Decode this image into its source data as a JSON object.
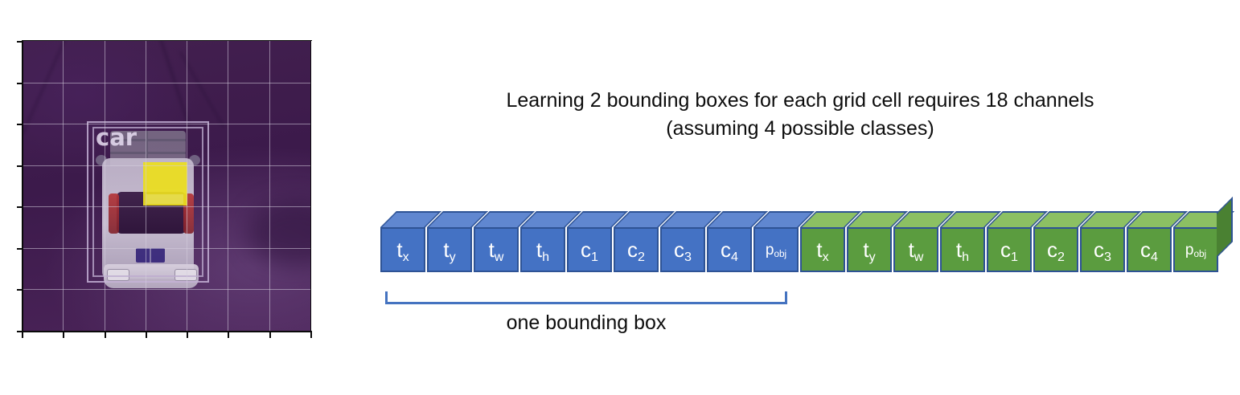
{
  "caption": {
    "line1": "Learning 2 bounding boxes for each grid cell requires 18 channels",
    "line2": "(assuming 4 possible classes)"
  },
  "bracket": {
    "label": "one bounding box"
  },
  "figure": {
    "detection_label": "car",
    "grid_rows": 7,
    "grid_columns": 7,
    "highlight_color": "#ECDF1F",
    "background_color": "#3D1A4D"
  },
  "colors": {
    "box1_face": "#4472C4",
    "box1_top": "#6087D0",
    "box1_side": "#3760AE",
    "box2_face": "#5B9C3F",
    "box2_top": "#8CC063",
    "box2_side": "#4A8132",
    "cube_border": "#2E5395",
    "bracket": "#4573C0"
  },
  "channels": [
    {
      "base": "t",
      "sub": "x",
      "group": "box1",
      "small": false
    },
    {
      "base": "t",
      "sub": "y",
      "group": "box1",
      "small": false
    },
    {
      "base": "t",
      "sub": "w",
      "group": "box1",
      "small": false
    },
    {
      "base": "t",
      "sub": "h",
      "group": "box1",
      "small": false
    },
    {
      "base": "c",
      "sub": "1",
      "group": "box1",
      "small": false
    },
    {
      "base": "c",
      "sub": "2",
      "group": "box1",
      "small": false
    },
    {
      "base": "c",
      "sub": "3",
      "group": "box1",
      "small": false
    },
    {
      "base": "c",
      "sub": "4",
      "group": "box1",
      "small": false
    },
    {
      "base": "p",
      "sub": "obj",
      "group": "box1",
      "small": true
    },
    {
      "base": "t",
      "sub": "x",
      "group": "box2",
      "small": false
    },
    {
      "base": "t",
      "sub": "y",
      "group": "box2",
      "small": false
    },
    {
      "base": "t",
      "sub": "w",
      "group": "box2",
      "small": false
    },
    {
      "base": "t",
      "sub": "h",
      "group": "box2",
      "small": false
    },
    {
      "base": "c",
      "sub": "1",
      "group": "box2",
      "small": false
    },
    {
      "base": "c",
      "sub": "2",
      "group": "box2",
      "small": false
    },
    {
      "base": "c",
      "sub": "3",
      "group": "box2",
      "small": false
    },
    {
      "base": "c",
      "sub": "4",
      "group": "box2",
      "small": false
    },
    {
      "base": "p",
      "sub": "obj",
      "group": "box2",
      "small": true
    }
  ]
}
